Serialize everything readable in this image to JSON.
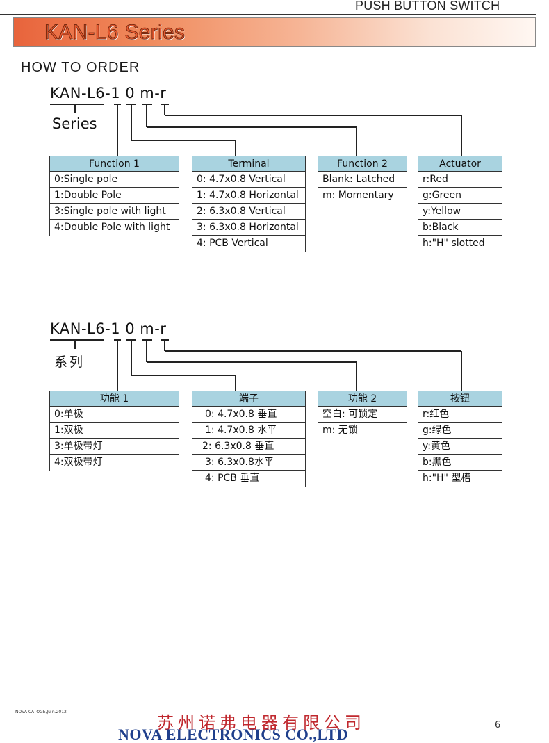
{
  "header": {
    "category": "PUSH BUTTON SWITCH",
    "series_title": "KAN-L6 Series"
  },
  "how_to_order": "HOW TO ORDER",
  "english": {
    "code": "KAN-L6-1 0 m-r",
    "series_label": "Series",
    "tables": [
      {
        "title": "Function 1",
        "rows": [
          "0:Single pole",
          "1:Double Pole",
          "3:Single pole with light",
          "4:Double Pole with light"
        ]
      },
      {
        "title": "Terminal",
        "rows": [
          "0: 4.7x0.8 Vertical",
          "1: 4.7x0.8 Horizontal",
          "2: 6.3x0.8 Vertical",
          "3: 6.3x0.8 Horizontal",
          "4: PCB  Vertical"
        ]
      },
      {
        "title": "Function 2",
        "rows": [
          "Blank: Latched",
          "m: Momentary"
        ]
      },
      {
        "title": "Actuator",
        "rows": [
          "r:Red",
          "g:Green",
          "y:Yellow",
          "b:Black",
          "h:\"H\" slotted"
        ]
      }
    ]
  },
  "chinese": {
    "code": "KAN-L6-1 0 m-r",
    "series_label": "系列",
    "tables": [
      {
        "title": "功能 1",
        "rows": [
          "0:单极",
          "1:双极",
          "3:单极带灯",
          "4:双极带灯"
        ]
      },
      {
        "title": "端子",
        "rows": [
          "0: 4.7x0.8 垂直",
          "1: 4.7x0.8 水平",
          "2: 6.3x0.8 垂直",
          "3: 6.3x0.8水平",
          "4: PCB  垂直"
        ]
      },
      {
        "title": "功能 2",
        "rows": [
          "空白:  可锁定",
          "m: 无锁"
        ]
      },
      {
        "title": "按钮",
        "rows": [
          "r:红色",
          "g:绿色",
          "y:黄色",
          "b:黑色",
          "h:\"H\" 型槽"
        ]
      }
    ]
  },
  "footer": {
    "small_note": "NOVA CATOGE,Ju n.2012",
    "company_cn": "苏州诺弗电器有限公司",
    "company_en": "NOVA ELECTRONICS CO.,LTD",
    "page_number": "6"
  }
}
